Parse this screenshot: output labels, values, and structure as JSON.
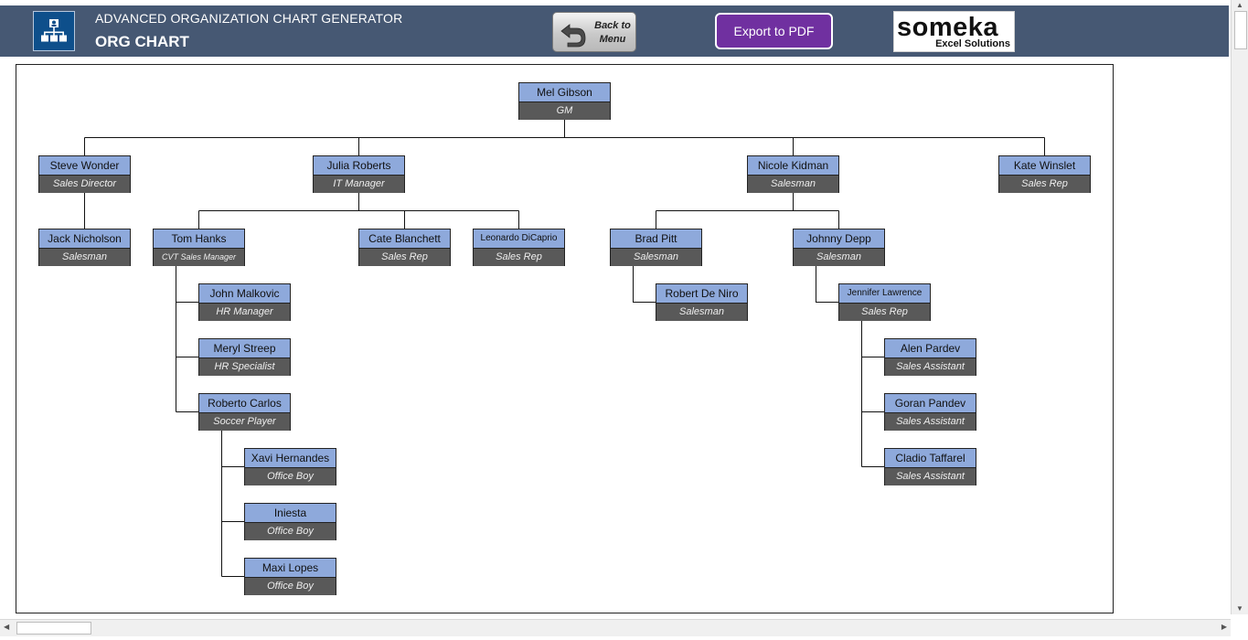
{
  "header": {
    "subtitle": "ADVANCED ORGANIZATION CHART GENERATOR",
    "title": "ORG CHART",
    "back_label_1": "Back to",
    "back_label_2": "Menu",
    "export_label": "Export to PDF",
    "logo_word": "someka",
    "logo_tag": "Excel Solutions"
  },
  "org": {
    "mel": {
      "name": "Mel Gibson",
      "role": "GM"
    },
    "steve": {
      "name": "Steve Wonder",
      "role": "Sales Director"
    },
    "julia": {
      "name": "Julia Roberts",
      "role": "IT Manager"
    },
    "nicole": {
      "name": "Nicole Kidman",
      "role": "Salesman"
    },
    "kate": {
      "name": "Kate Winslet",
      "role": "Sales Rep"
    },
    "jack": {
      "name": "Jack Nicholson",
      "role": "Salesman"
    },
    "tom": {
      "name": "Tom Hanks",
      "role": "CVT Sales Manager"
    },
    "cate": {
      "name": "Cate Blanchett",
      "role": "Sales Rep"
    },
    "leo": {
      "name": "Leonardo DiCaprio",
      "role": "Sales Rep"
    },
    "brad": {
      "name": "Brad Pitt",
      "role": "Salesman"
    },
    "johnny": {
      "name": "Johnny Depp",
      "role": "Salesman"
    },
    "john": {
      "name": "John Malkovic",
      "role": "HR Manager"
    },
    "meryl": {
      "name": "Meryl Streep",
      "role": "HR Specialist"
    },
    "roberto": {
      "name": "Roberto Carlos",
      "role": "Soccer Player"
    },
    "robert": {
      "name": "Robert De Niro",
      "role": "Salesman"
    },
    "jennifer": {
      "name": "Jennifer Lawrence",
      "role": "Sales Rep"
    },
    "xavi": {
      "name": "Xavi Hernandes",
      "role": "Office Boy"
    },
    "iniesta": {
      "name": "Iniesta",
      "role": "Office Boy"
    },
    "maxi": {
      "name": "Maxi Lopes",
      "role": "Office Boy"
    },
    "alen": {
      "name": "Alen Pardev",
      "role": "Sales Assistant"
    },
    "goran": {
      "name": "Goran Pandev",
      "role": "Sales Assistant"
    },
    "cladio": {
      "name": "Cladio Taffarel",
      "role": "Sales Assistant"
    }
  },
  "colors": {
    "header_bg": "#465873",
    "name_cell": "#8ea9db",
    "role_cell": "#595959",
    "export_btn": "#7030a0"
  }
}
